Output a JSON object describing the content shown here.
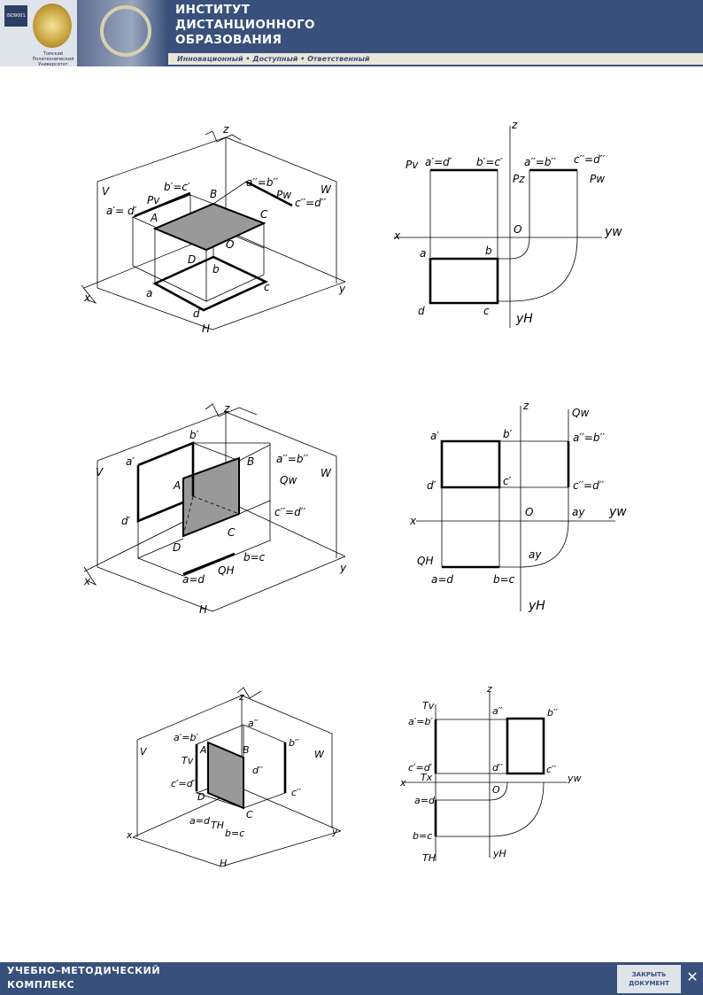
{
  "header": {
    "iso_text": "ISO9001",
    "title_line1": "ИНСТИТУТ",
    "title_line2": "ДИСТАНЦИОННОГО",
    "title_line3": "ОБРАЗОВАНИЯ",
    "slogan": "Инновационный • Доступный • Ответственный",
    "university": "Томский Политехнический Университет"
  },
  "footer": {
    "label_line1": "УЧЕБНО–МЕТОДИЧЕСКИЙ",
    "label_line2": "КОМПЛЕКС",
    "close_line1": "ЗАКРЫТЬ",
    "close_line2": "ДОКУМЕНТ",
    "close_x": "✕"
  },
  "colors": {
    "header_bg": "#39507c",
    "plane_fill": "#999999",
    "line": "#000000"
  },
  "fig1": {
    "iso": {
      "z": "z",
      "V": "V",
      "W": "W",
      "H": "H",
      "x": "x",
      "y": "y",
      "Pv": "Pv",
      "Pw": "Pw",
      "bc1": "b′=c′",
      "ad1": "a′= d′",
      "ab2": "a′′=b′′",
      "cd2": "c′′=d′′",
      "A": "A",
      "B": "B",
      "C": "C",
      "D": "D",
      "O": "O",
      "a": "a",
      "b": "b",
      "c": "c",
      "d": "d"
    },
    "ortho": {
      "z": "z",
      "Pv": "Pv",
      "ad1": "a′=d′",
      "bc1": "b′=c′",
      "ab2": "a′′=b′′",
      "cd2": "c′′=d′′",
      "Pz": "Pz",
      "Pw": "Pw",
      "x": "x",
      "yw": "yw",
      "O": "O",
      "a": "a",
      "b": "b",
      "d": "d",
      "c": "c",
      "yH": "yH"
    }
  },
  "fig2": {
    "iso": {
      "z": "z",
      "V": "V",
      "W": "W",
      "H": "H",
      "x": "x",
      "y": "y",
      "b1": "b′",
      "a1": "a′",
      "A": "A",
      "B": "B",
      "ab2": "a′′=b′′",
      "Qw": "Qw",
      "d1": "d′",
      "cd2": "c′′=d′′",
      "C": "C",
      "D": "D",
      "ad": "a=d",
      "QH": "QH",
      "bc": "b=c"
    },
    "ortho": {
      "z": "z",
      "Qw": "Qw",
      "a1": "a′",
      "b1": "b′",
      "ab2": "a′′=b′′",
      "d1": "d′",
      "c1": "c′",
      "cd2": "c′′=d′′",
      "x": "x",
      "O": "O",
      "ay": "ay",
      "yw": "yw",
      "QH": "QH",
      "ay2": "ay",
      "ad": "a=d",
      "bc": "b=c",
      "yH": "yH"
    }
  },
  "fig3": {
    "iso": {
      "z": "z",
      "V": "V",
      "W": "W",
      "H": "H",
      "x": "x",
      "y": "y",
      "a2": "a′′",
      "ab1": "a′=b′",
      "b2": "b′′",
      "A": "A",
      "B": "B",
      "Tv": "Tv",
      "d2": "d′′",
      "cd1": "c′=d′",
      "c2": "c′′",
      "D": "D",
      "C": "C",
      "ad": "a=d",
      "TH": "TH",
      "bc": "b=c"
    },
    "ortho": {
      "z": "z",
      "Tv": "Tv",
      "ab1": "a′=b′",
      "a2": "a′′",
      "b2": "b′′",
      "cd1": "c′=d′",
      "d2": "d′′",
      "c2": "c′′",
      "yw": "yw",
      "x": "x",
      "Tx": "Tx",
      "O": "O",
      "ad": "a=d",
      "bc": "b=c",
      "TH": "TH",
      "yH": "yH"
    }
  }
}
